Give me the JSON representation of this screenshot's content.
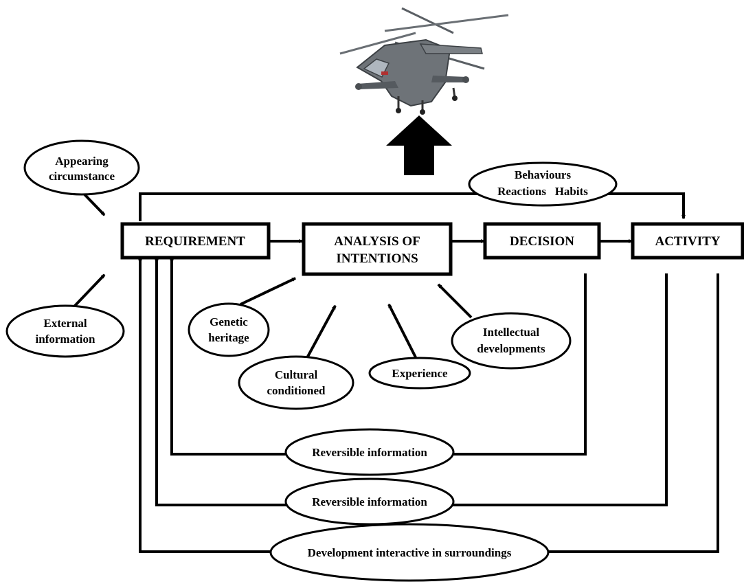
{
  "diagram": {
    "boxes": {
      "requirement": "REQUIREMENT",
      "analysis_line1": "ANALYSIS OF",
      "analysis_line2": "INTENTIONS",
      "decision": "DECISION",
      "activity": "ACTIVITY"
    },
    "influences": {
      "appearing_line1": "Appearing",
      "appearing_line2": "circumstance",
      "external_line1": "External",
      "external_line2": "information",
      "genetic_line1": "Genetic",
      "genetic_line2": "heritage",
      "cultural_line1": "Cultural",
      "cultural_line2": "conditioned",
      "experience": "Experience",
      "intellectual_line1": "Intellectual",
      "intellectual_line2": "developments",
      "behaviours_line1": "Behaviours",
      "behaviours_line2": "Reactions   Habits"
    },
    "feedback": {
      "reversible_1": "Reversible information",
      "reversible_2": "Reversible information",
      "development": "Development interactive in surroundings"
    },
    "image": {
      "subject": "attack helicopter",
      "body_color": "#6e7378",
      "arrow_color": "#000000"
    }
  }
}
